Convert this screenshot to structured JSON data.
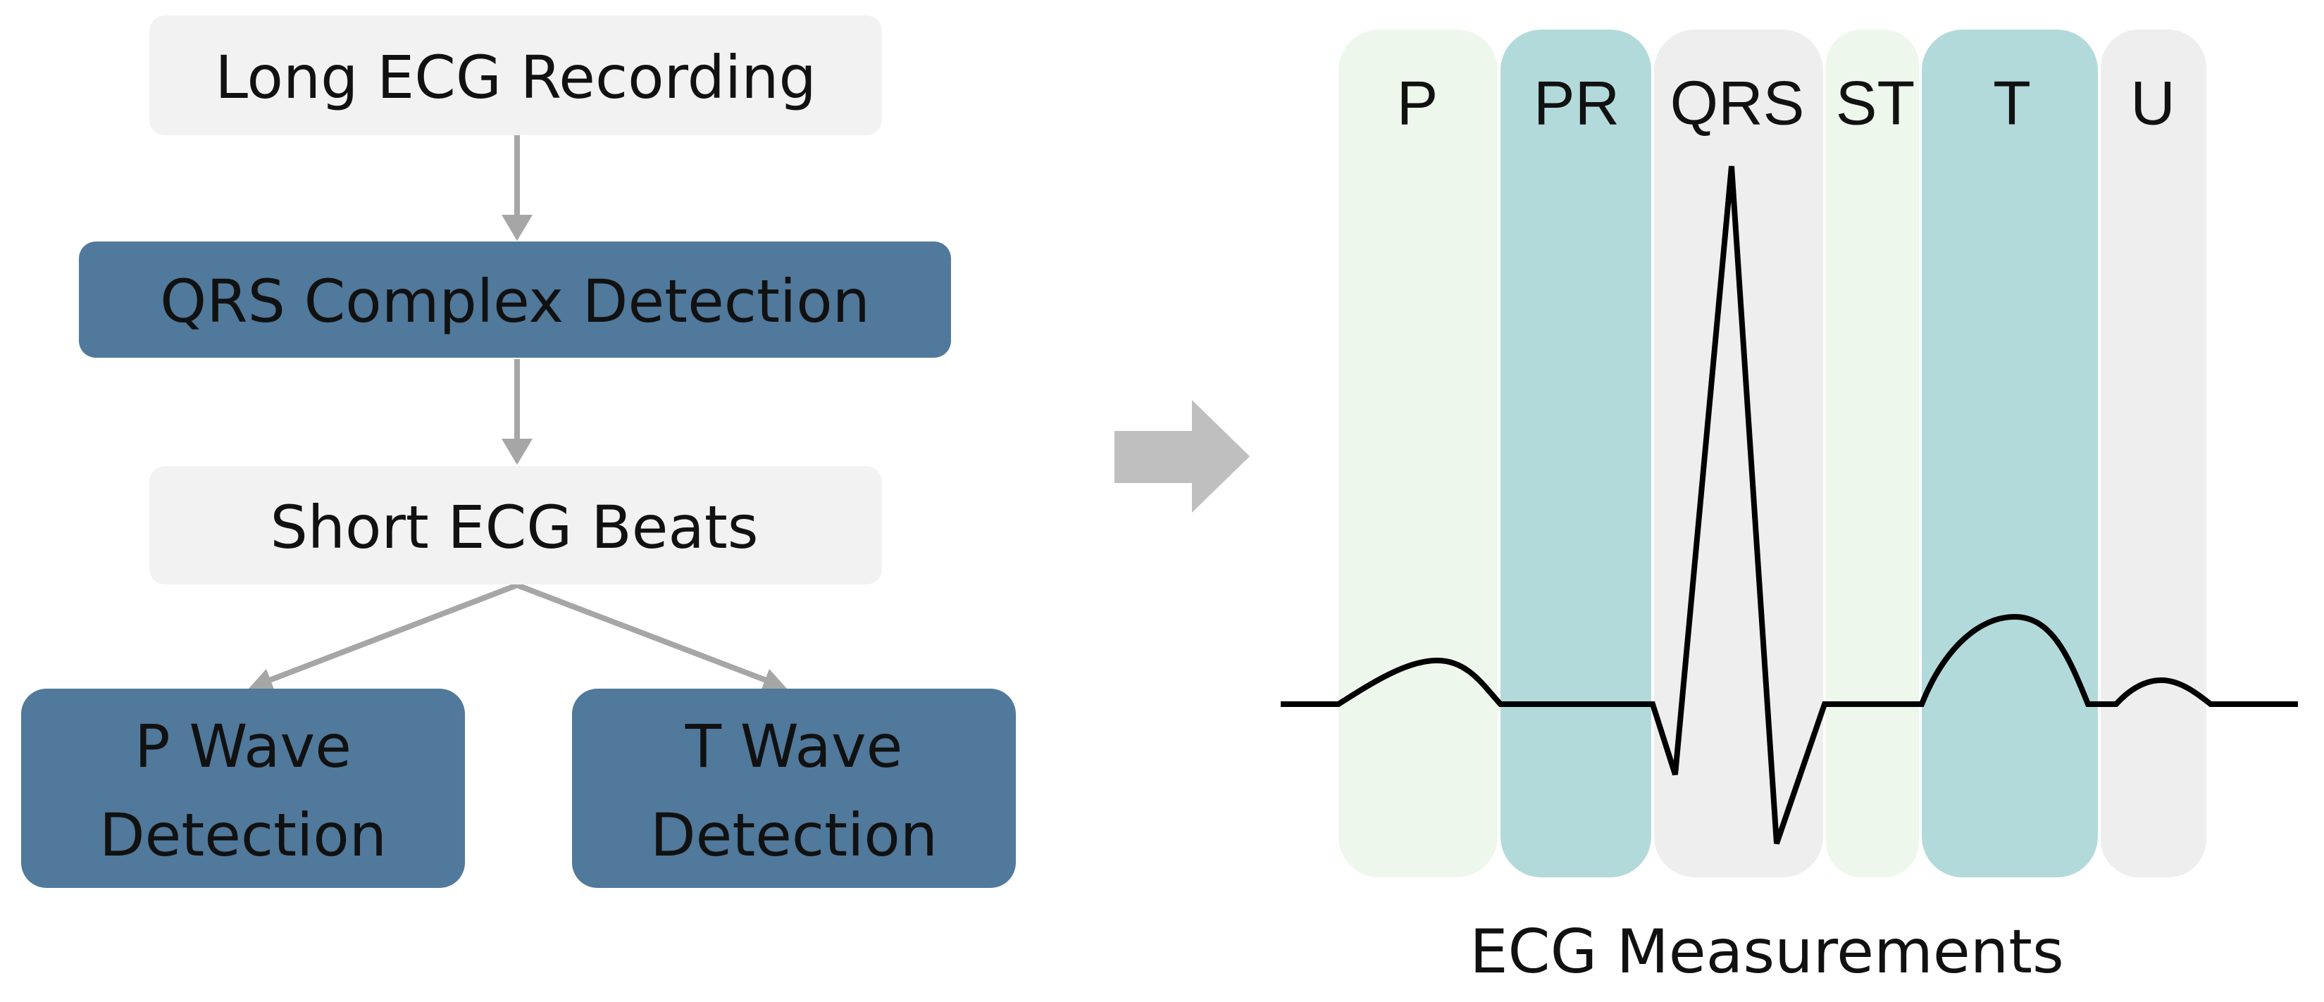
{
  "flowchart": {
    "long_recording": "Long ECG Recording",
    "qrs_detection": "QRS Complex Detection",
    "short_beats": "Short ECG Beats",
    "p_wave": [
      "P Wave",
      "Detection"
    ],
    "t_wave": [
      "T Wave",
      "Detection"
    ]
  },
  "transition": {
    "icon": "right-arrow-icon"
  },
  "ecg": {
    "segments": [
      {
        "label": "P",
        "color": "#eef7ec"
      },
      {
        "label": "PR",
        "color": "#b2dadb"
      },
      {
        "label": "QRS",
        "color": "#eeeeee"
      },
      {
        "label": "ST",
        "color": "#eef7ec"
      },
      {
        "label": "T",
        "color": "#b2dadb"
      },
      {
        "label": "U",
        "color": "#eeeeee"
      }
    ],
    "caption": "ECG Measurements"
  },
  "colors": {
    "light_box": "#f2f2f2",
    "dark_box": "#50799b",
    "dark_box_text": "#111111",
    "connector": "#a6a6a6",
    "trace": "#000000",
    "big_arrow": "#bfbfbf"
  }
}
